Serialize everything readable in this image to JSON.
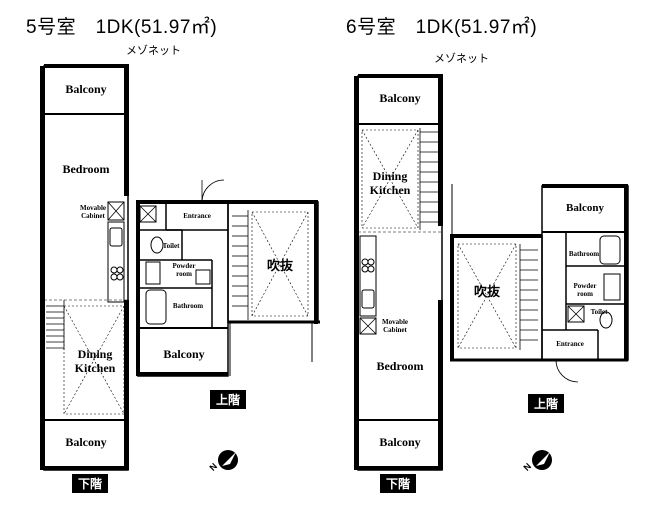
{
  "unit5": {
    "title": "5号室　1DK(51.97㎡)",
    "type_label": "メゾネット",
    "lower_floor": {
      "label": "下階",
      "rooms": {
        "balcony_top": "Balcony",
        "bedroom": "Bedroom",
        "movable_cabinet": "Movable Cabinet",
        "dining_kitchen": "Dining Kitchen",
        "balcony_bottom": "Balcony"
      }
    },
    "upper_floor": {
      "label": "上階",
      "rooms": {
        "entrance": "Entrance",
        "toilet": "Toilet",
        "powder_room": "Powder room",
        "bathroom": "Bathroom",
        "balcony": "Balcony",
        "void": "吹抜"
      }
    }
  },
  "unit6": {
    "title": "6号室　1DK(51.97㎡)",
    "type_label": "メゾネット",
    "lower_floor": {
      "label": "下階",
      "rooms": {
        "balcony_top": "Balcony",
        "dining_kitchen": "Dining Kitchen",
        "movable_cabinet": "Movable Cabinet",
        "bedroom": "Bedroom",
        "balcony_bottom": "Balcony"
      }
    },
    "upper_floor": {
      "label": "上階",
      "rooms": {
        "balcony": "Balcony",
        "bathroom": "Bathroom",
        "powder_room": "Powder room",
        "toilet": "Toilet",
        "entrance": "Entrance",
        "void": "吹抜"
      }
    }
  },
  "compass_letter": "N"
}
